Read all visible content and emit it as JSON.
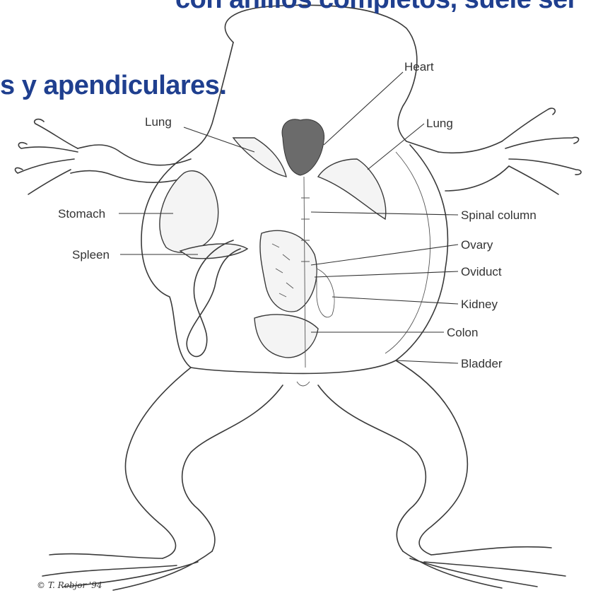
{
  "heading": {
    "line1": "con anillos completos, suele ser",
    "line2": "s y apendiculares."
  },
  "labels": {
    "heart": "Heart",
    "lung_left": "Lung",
    "lung_right": "Lung",
    "stomach": "Stomach",
    "spleen": "Spleen",
    "spinal_column": "Spinal column",
    "ovary": "Ovary",
    "oviduct": "Oviduct",
    "kidney": "Kidney",
    "colon": "Colon",
    "bladder": "Bladder"
  },
  "signature": "© T. Rebjor '94",
  "colors": {
    "heading": "#1f3f8f",
    "lines": "#333333"
  }
}
